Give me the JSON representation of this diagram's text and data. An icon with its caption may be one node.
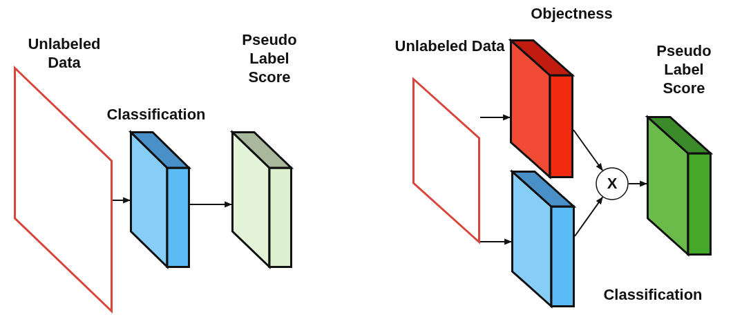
{
  "diagram": {
    "nodes": [
      {
        "text": [
          "Unlabeled Data"
        ]
      },
      {
        "text": [
          "Classification"
        ]
      },
      {
        "text": [
          "Pseudo Label Score"
        ]
      },
      {
        "text": [
          "Unlabeled Data"
        ]
      },
      {
        "text": [
          "Objectness"
        ]
      },
      {
        "text": [
          "Classification"
        ]
      },
      {
        "text": [
          "X"
        ]
      },
      {
        "text": [
          "Pseudo Label Score"
        ]
      }
    ],
    "edges": [
      {
        "from": 0,
        "to": 1,
        "arrow": "to"
      },
      {
        "from": 1,
        "to": 2,
        "arrow": "to"
      },
      {
        "from": 3,
        "to": 4,
        "arrow": "to"
      },
      {
        "from": 3,
        "to": 5,
        "arrow": "to"
      },
      {
        "from": 4,
        "to": 6,
        "arrow": "to"
      },
      {
        "from": 5,
        "to": 6,
        "arrow": "to"
      },
      {
        "from": 6,
        "to": 7,
        "arrow": "to"
      }
    ]
  }
}
